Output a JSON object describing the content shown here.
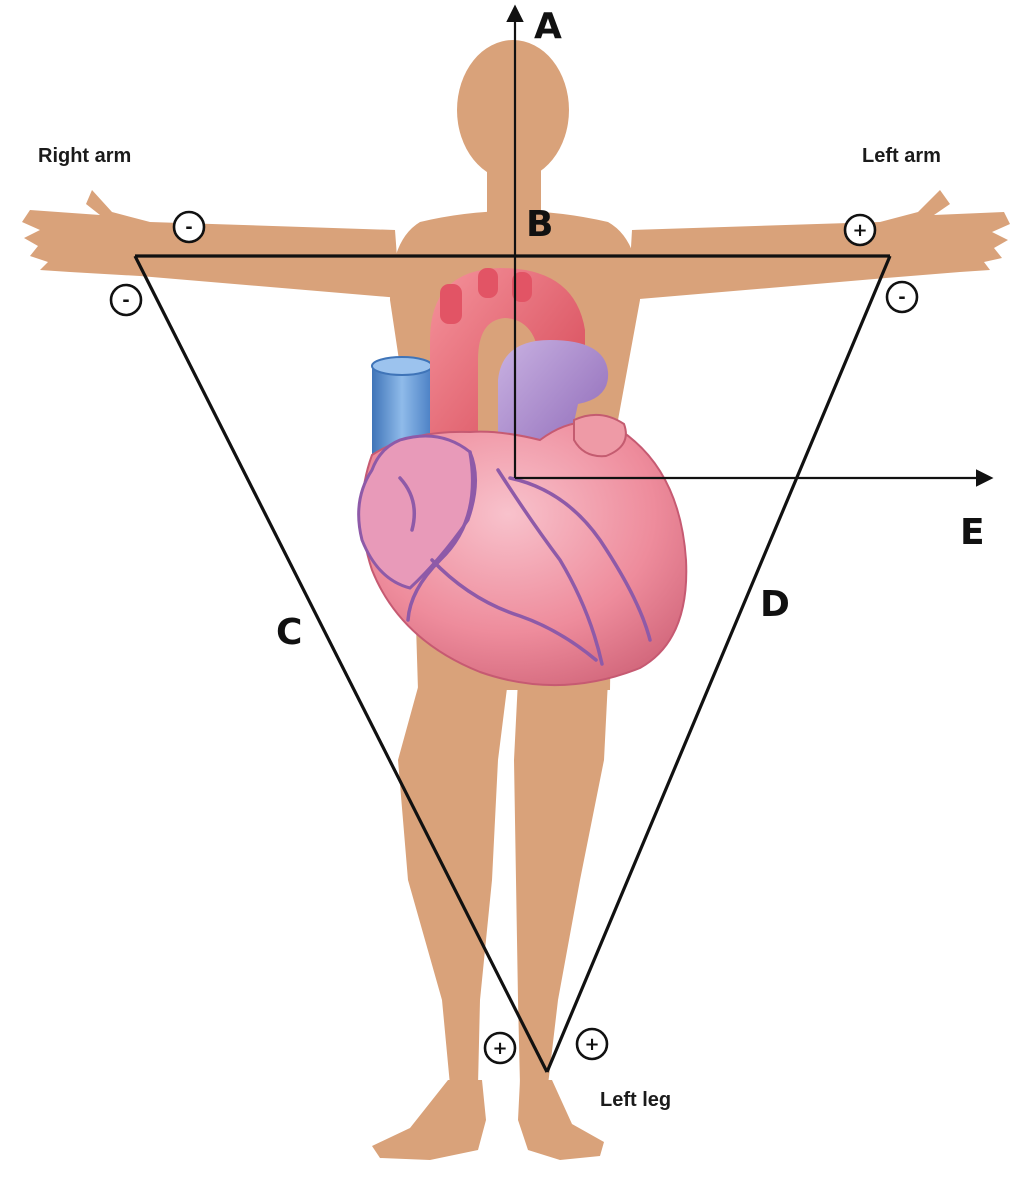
{
  "labels": {
    "right_arm": "Right arm",
    "left_arm": "Left arm",
    "left_leg": "Left leg",
    "a": "A",
    "b": "B",
    "c": "C",
    "d": "D",
    "e": "E"
  },
  "electrodes": {
    "ra_top": "-",
    "ra_bottom": "-",
    "la_top": "+",
    "la_bottom": "-",
    "ll_left": "+",
    "ll_right": "+"
  },
  "colors": {
    "skin": "#d9a27a",
    "heart": "#ee8c9c",
    "aorta": "#e25465",
    "pulmonary": "#a07ec4",
    "vena_cava": "#6d9fd6",
    "lines": "#111111"
  }
}
